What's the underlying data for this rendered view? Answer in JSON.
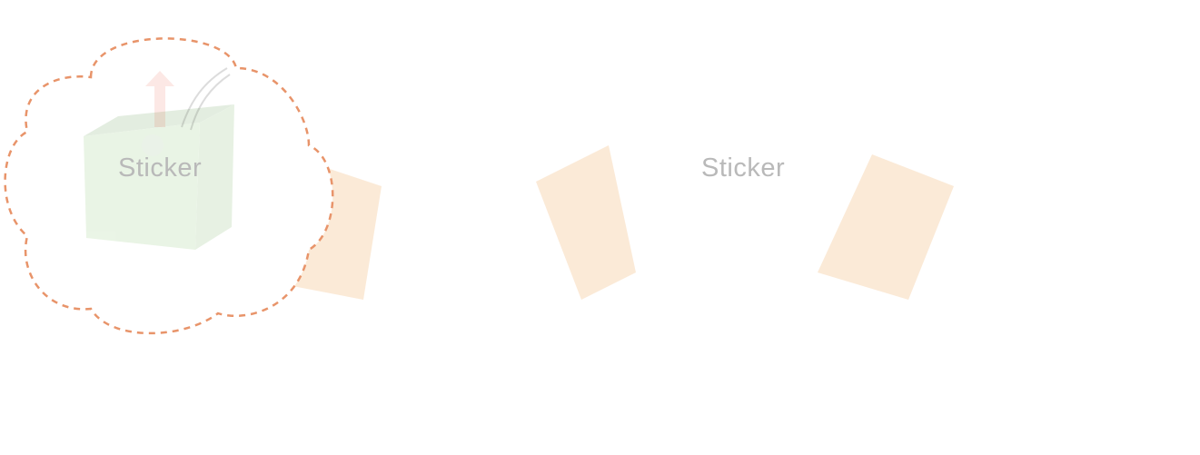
{
  "panels": [
    {
      "id": "panel-1",
      "label": "Sticker",
      "state": "faded"
    },
    {
      "id": "panel-2",
      "label": "",
      "state": "active"
    },
    {
      "id": "panel-3",
      "label": "Sticker",
      "state": "faded"
    },
    {
      "id": "panel-4",
      "label": "",
      "state": "active"
    }
  ],
  "colors": {
    "dashed_outline": "#e8946a",
    "orange_cloud": "#f6c790",
    "blue_cloud": "#acd3ef",
    "connector": "#fbe8d3",
    "box_green": "#5fae3c",
    "arrow_red": "#e8452c",
    "arrow_orange": "#e0561a",
    "ball_stitch": "#d8462a"
  },
  "icons": [
    "box-icon",
    "baseball-icon",
    "arrow-up-icon",
    "arrow-down-icon",
    "dust-cloud-icon",
    "motion-lines-icon"
  ]
}
